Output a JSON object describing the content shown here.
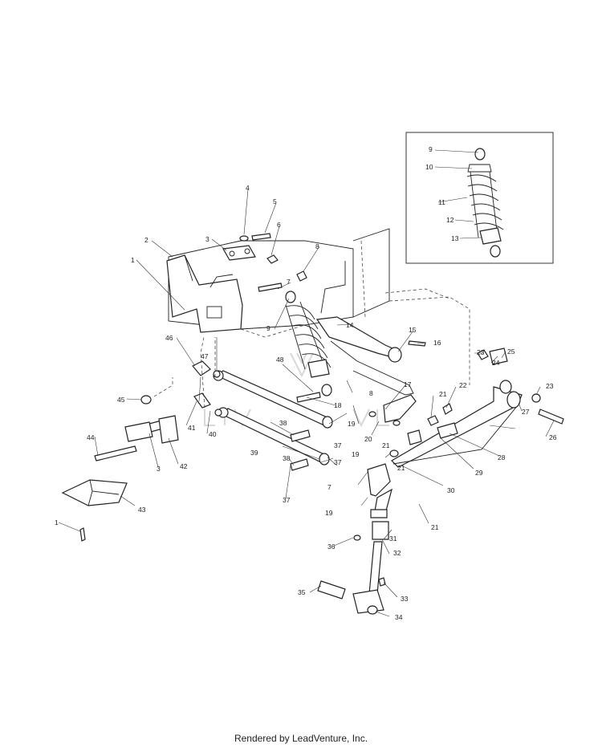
{
  "footer": "Rendered by LeadVenture, Inc.",
  "callouts": [
    "1",
    "2",
    "3",
    "4",
    "5",
    "6",
    "7",
    "8",
    "9",
    "10",
    "11",
    "12",
    "13",
    "14",
    "15",
    "16",
    "17",
    "18",
    "19",
    "20",
    "21",
    "22",
    "23",
    "24",
    "25",
    "26",
    "27",
    "28",
    "29",
    "30",
    "31",
    "32",
    "33",
    "34",
    "35",
    "36",
    "37",
    "38",
    "39",
    "40",
    "41",
    "42",
    "43",
    "44",
    "45",
    "46",
    "47",
    "48",
    "1",
    "3",
    "7",
    "8",
    "9",
    "19",
    "19",
    "21",
    "21",
    "21",
    "23",
    "37",
    "37",
    "38"
  ]
}
